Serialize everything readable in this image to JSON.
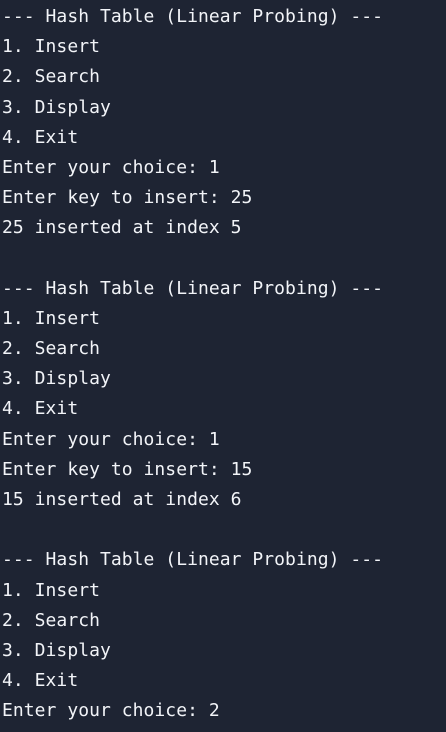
{
  "terminal": {
    "background": "#1e2433",
    "foreground": "#f2f4f8",
    "lines": [
      "--- Hash Table (Linear Probing) ---",
      "1. Insert",
      "2. Search",
      "3. Display",
      "4. Exit",
      "Enter your choice: 1",
      "Enter key to insert: 25",
      "25 inserted at index 5",
      "",
      "--- Hash Table (Linear Probing) ---",
      "1. Insert",
      "2. Search",
      "3. Display",
      "4. Exit",
      "Enter your choice: 1",
      "Enter key to insert: 15",
      "15 inserted at index 6",
      "",
      "--- Hash Table (Linear Probing) ---",
      "1. Insert",
      "2. Search",
      "3. Display",
      "4. Exit",
      "Enter your choice: 2"
    ]
  }
}
